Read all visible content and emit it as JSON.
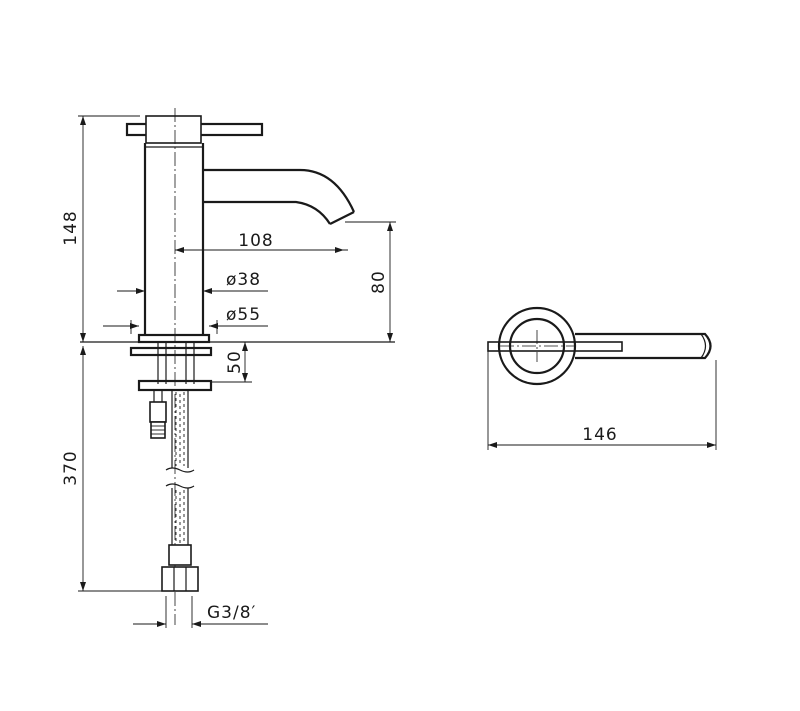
{
  "dimensions": {
    "total_height": "148",
    "spout_reach": "108",
    "body_diameter": "ø38",
    "base_diameter": "ø55",
    "spout_height": "80",
    "max_deck_thickness": "50",
    "hose_length": "370",
    "connection_thread": "G3/8′",
    "top_view_length": "146"
  }
}
